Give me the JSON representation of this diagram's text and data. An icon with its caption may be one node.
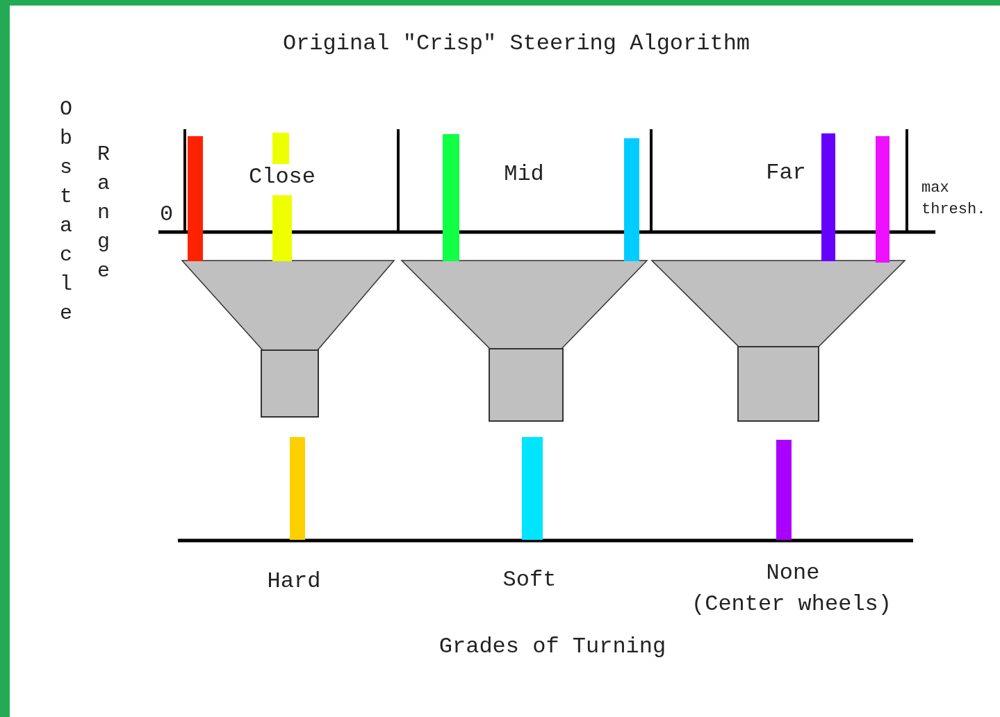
{
  "diagram": {
    "title": "Original \"Crisp\" Steering Algorithm",
    "labels": [
      "Obstacle",
      "Range",
      "0",
      "Close",
      "Mid",
      "Far",
      "max thresh.",
      "Hard",
      "Soft",
      "None",
      "(Center wheels)",
      "Grades of Turning"
    ]
  }
}
